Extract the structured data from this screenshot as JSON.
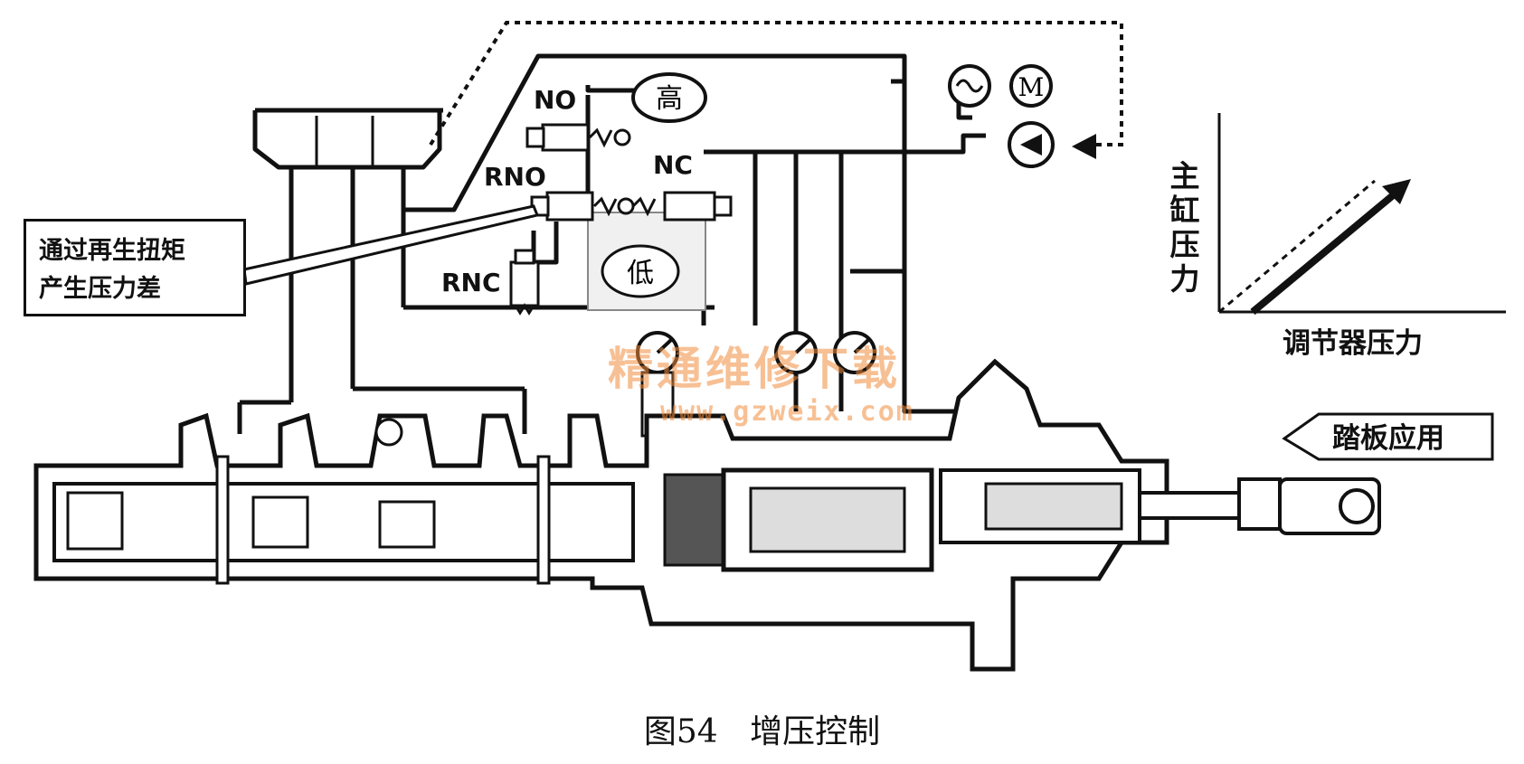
{
  "labels": {
    "no": "NO",
    "rno": "RNO",
    "nc": "NC",
    "rnc": "RNC",
    "high": "高",
    "low": "低",
    "motor": "M"
  },
  "callout": {
    "line1": "通过再生扭矩",
    "line2": "产生压力差"
  },
  "graph": {
    "ylabel": "主缸压力",
    "xlabel": "调节器压力"
  },
  "pedal": "踏板应用",
  "caption": {
    "fig": "图54",
    "title": "增压控制"
  },
  "watermark": {
    "text": "精通维修下载",
    "url": "www.gzweix.com"
  }
}
